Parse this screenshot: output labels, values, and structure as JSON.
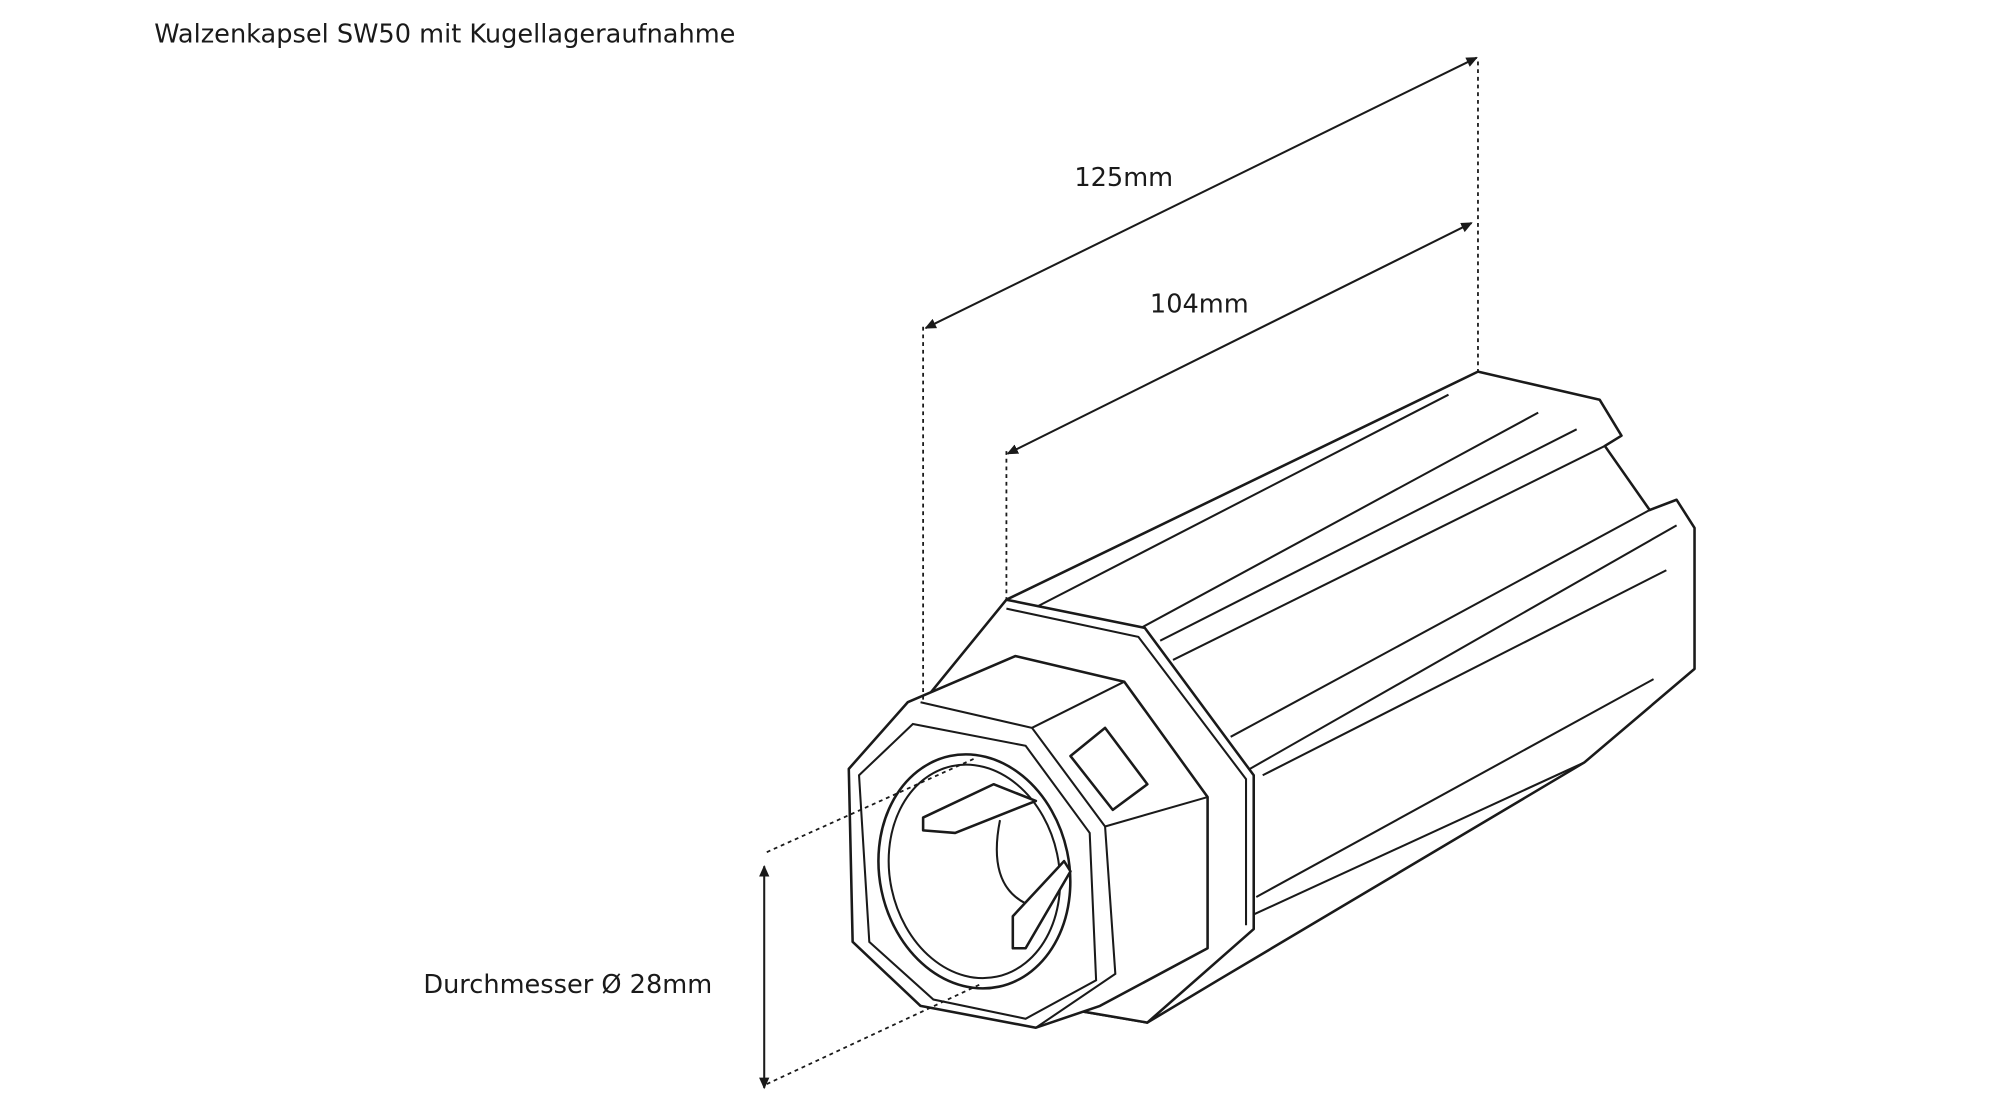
{
  "title": "Walzenkapsel SW50 mit Kugellageraufnahme",
  "dimensions": {
    "total_length": "125mm",
    "body_length": "104mm",
    "diameter": "Durchmesser Ø 28mm"
  }
}
